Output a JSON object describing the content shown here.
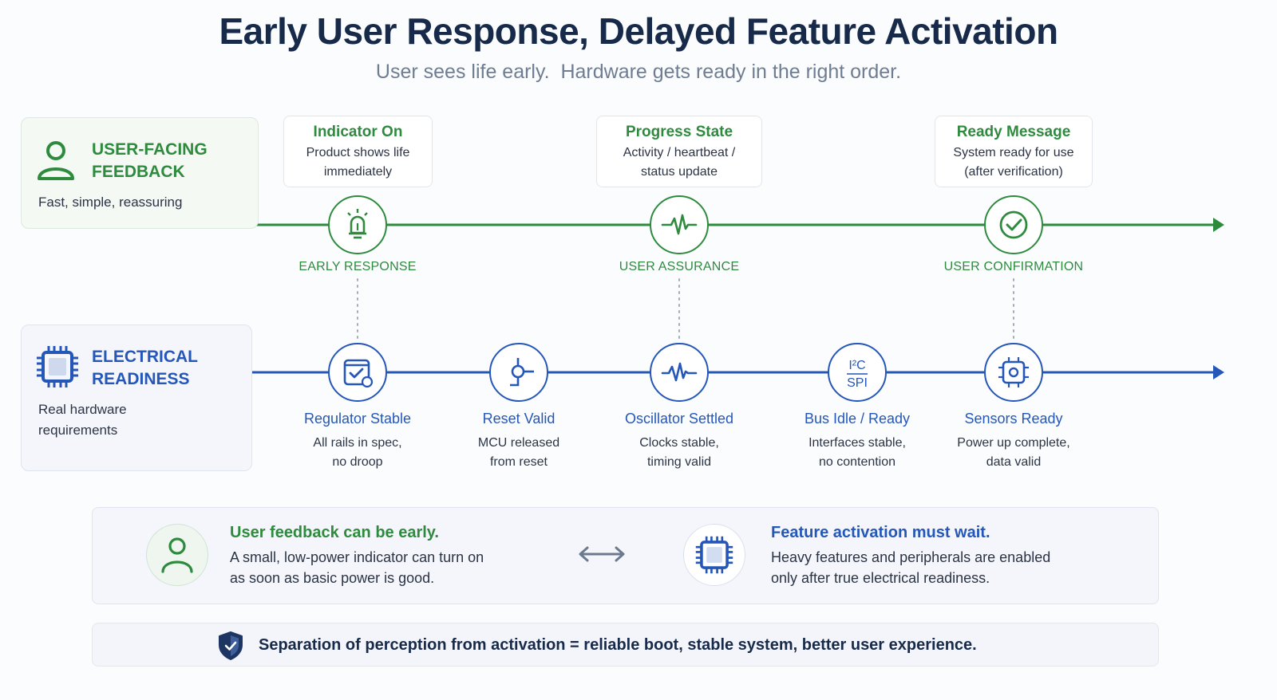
{
  "header": {
    "title": "Early User Response, Delayed Feature Activation",
    "subtitle": "User sees life early.  Hardware gets ready in the right order."
  },
  "lanes": {
    "user": {
      "title": "USER-FACING\nFEEDBACK",
      "desc": "Fast, simple, reassuring",
      "icon": "person-icon",
      "color": "#2e8b3e"
    },
    "electrical": {
      "title": "ELECTRICAL\nREADINESS",
      "desc": "Real hardware\nrequirements",
      "icon": "chip-icon",
      "color": "#2457b8"
    }
  },
  "user_milestones": [
    {
      "callout_title": "Indicator On",
      "callout_body": "Product shows life\nimmediately",
      "label": "EARLY RESPONSE",
      "icon": "light-bulb-icon"
    },
    {
      "callout_title": "Progress State",
      "callout_body": "Activity / heartbeat /\nstatus update",
      "label": "USER ASSURANCE",
      "icon": "heartbeat-icon"
    },
    {
      "callout_title": "Ready Message",
      "callout_body": "System ready for use\n(after verification)",
      "label": "USER CONFIRMATION",
      "icon": "check-circle-icon"
    }
  ],
  "electrical_steps": [
    {
      "title": "Regulator Stable",
      "desc": "All rails in spec,\nno droop",
      "icon": "regulator-check-icon"
    },
    {
      "title": "Reset Valid",
      "desc": "MCU released\nfrom reset",
      "icon": "reset-signal-icon"
    },
    {
      "title": "Oscillator Settled",
      "desc": "Clocks stable,\ntiming valid",
      "icon": "waveform-icon"
    },
    {
      "title": "Bus Idle / Ready",
      "desc": "Interfaces stable,\nno contention",
      "icon": "i2c-spi-icon",
      "icon_text_top": "I²C",
      "icon_text_bottom": "SPI"
    },
    {
      "title": "Sensors Ready",
      "desc": "Power up complete,\ndata valid",
      "icon": "sensor-chip-icon"
    }
  ],
  "bottom_panel": {
    "left": {
      "title": "User feedback can be early.",
      "body": "A small, low-power indicator can turn on\nas soon as basic power is good.",
      "icon": "person-icon"
    },
    "connector_icon": "double-arrow-icon",
    "right": {
      "title": "Feature activation must wait.",
      "body": "Heavy features and peripherals are enabled\nonly after true electrical readiness.",
      "icon": "chip-icon"
    }
  },
  "footer": {
    "icon": "shield-check-icon",
    "text": "Separation of perception from activation = reliable boot, stable system, better user experience."
  },
  "colors": {
    "user_green": "#2e8b3e",
    "electrical_blue": "#2457b8",
    "title_navy": "#172a4a"
  }
}
